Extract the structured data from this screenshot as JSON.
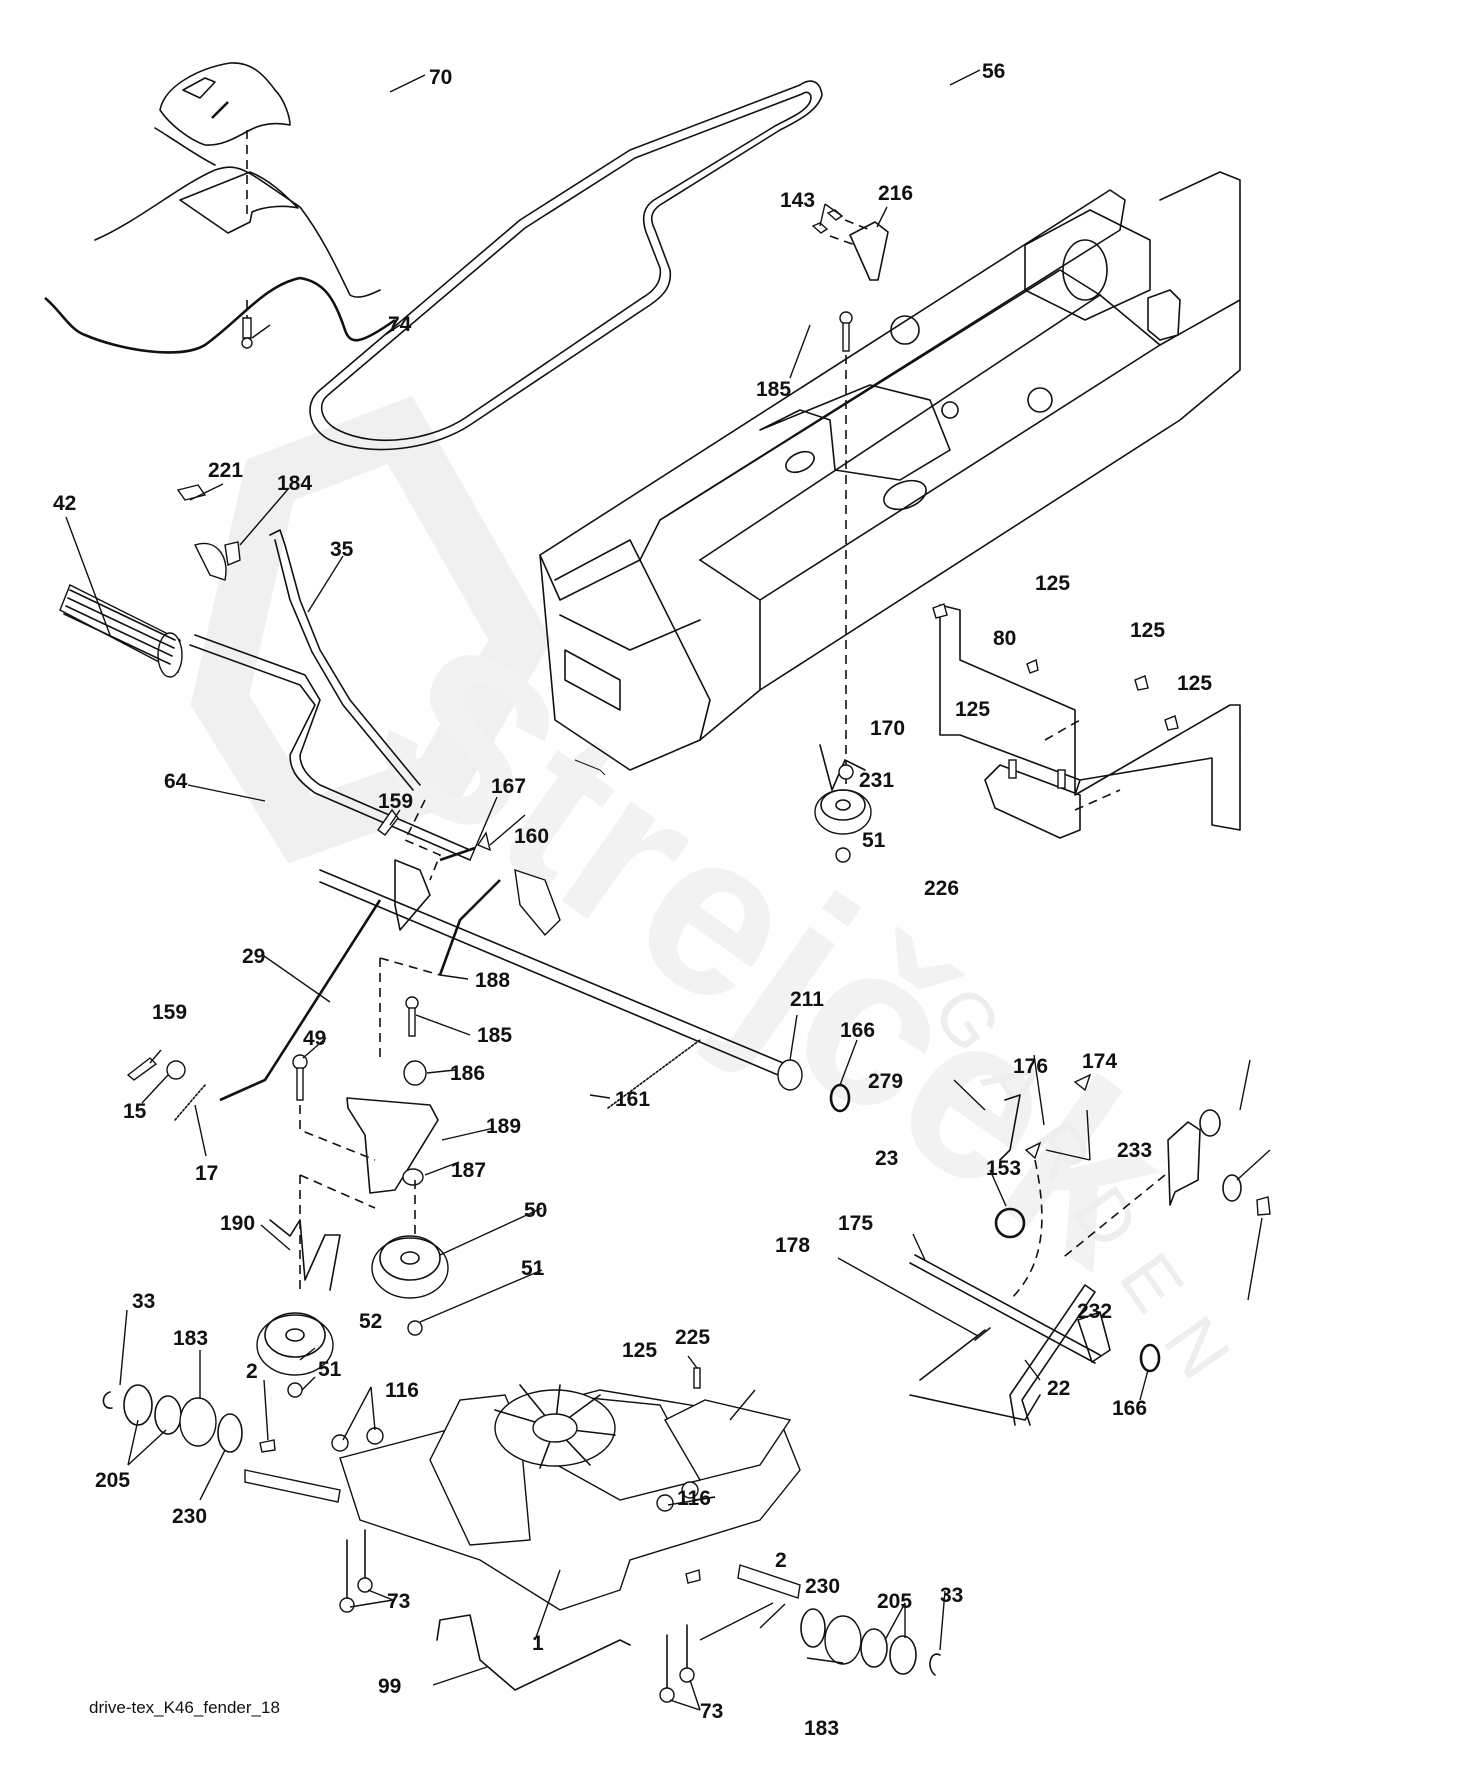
{
  "diagram": {
    "type": "exploded-parts-diagram",
    "caption": "drive-tex_K46_fender_18",
    "watermark": {
      "brand": "Strejček",
      "sub": "GARDEN"
    },
    "colors": {
      "ink": "#111111",
      "watermark": "#eeeeee",
      "background": "#ffffff"
    },
    "callouts": [
      {
        "id": "c70",
        "text": "70",
        "part": "fender-cover"
      },
      {
        "id": "c56",
        "text": "56",
        "part": "drive-belt"
      },
      {
        "id": "c74",
        "text": "74",
        "part": "screw"
      },
      {
        "id": "c143",
        "text": "143",
        "part": "bolt"
      },
      {
        "id": "c216",
        "text": "216",
        "part": "bracket"
      },
      {
        "id": "c185a",
        "text": "185",
        "part": "bolt"
      },
      {
        "id": "c221",
        "text": "221",
        "part": "clip"
      },
      {
        "id": "c184",
        "text": "184",
        "part": "knob"
      },
      {
        "id": "c42",
        "text": "42",
        "part": "pedal-grip"
      },
      {
        "id": "c35",
        "text": "35",
        "part": "rod"
      },
      {
        "id": "c125a",
        "text": "125",
        "part": "bolt"
      },
      {
        "id": "c125b",
        "text": "125",
        "part": "bolt"
      },
      {
        "id": "c80",
        "text": "80",
        "part": "bracket"
      },
      {
        "id": "c125c",
        "text": "125",
        "part": "bolt"
      },
      {
        "id": "c125d",
        "text": "125",
        "part": "bolt"
      },
      {
        "id": "c170",
        "text": "170",
        "part": "idler-arm"
      },
      {
        "id": "c231",
        "text": "231",
        "part": "pulley"
      },
      {
        "id": "c51a",
        "text": "51",
        "part": "nut"
      },
      {
        "id": "c226",
        "text": "226",
        "part": "bracket"
      },
      {
        "id": "c64",
        "text": "64",
        "part": "pedal-shaft"
      },
      {
        "id": "c159a",
        "text": "159",
        "part": "cotter-pin"
      },
      {
        "id": "c167",
        "text": "167",
        "part": "link"
      },
      {
        "id": "c160",
        "text": "160",
        "part": "clip"
      },
      {
        "id": "c29",
        "text": "29",
        "part": "rod"
      },
      {
        "id": "c188",
        "text": "188",
        "part": "rod"
      },
      {
        "id": "c159b",
        "text": "159",
        "part": "cotter-pin"
      },
      {
        "id": "c15",
        "text": "15",
        "part": "washer"
      },
      {
        "id": "c17",
        "text": "17",
        "part": "spring"
      },
      {
        "id": "c49",
        "text": "49",
        "part": "bolt"
      },
      {
        "id": "c185b",
        "text": "185",
        "part": "bolt"
      },
      {
        "id": "c186",
        "text": "186",
        "part": "spacer"
      },
      {
        "id": "c189",
        "text": "189",
        "part": "idler-bracket"
      },
      {
        "id": "c187",
        "text": "187",
        "part": "washer"
      },
      {
        "id": "c161",
        "text": "161",
        "part": "spring"
      },
      {
        "id": "c211",
        "text": "211",
        "part": "bushing"
      },
      {
        "id": "c166a",
        "text": "166",
        "part": "washer"
      },
      {
        "id": "c279",
        "text": "279",
        "part": "rod"
      },
      {
        "id": "c153",
        "text": "153",
        "part": "clip"
      },
      {
        "id": "c176",
        "text": "176",
        "part": "bracket"
      },
      {
        "id": "c174",
        "text": "174",
        "part": "washer"
      },
      {
        "id": "c23",
        "text": "23",
        "part": "o-ring"
      },
      {
        "id": "c233",
        "text": "233",
        "part": "washer"
      },
      {
        "id": "c232",
        "text": "232",
        "part": "bolt"
      },
      {
        "id": "c175",
        "text": "175",
        "part": "shaft"
      },
      {
        "id": "c178",
        "text": "178",
        "part": "spring"
      },
      {
        "id": "c190",
        "text": "190",
        "part": "spring"
      },
      {
        "id": "c50",
        "text": "50",
        "part": "pulley"
      },
      {
        "id": "c51b",
        "text": "51",
        "part": "nut"
      },
      {
        "id": "c52",
        "text": "52",
        "part": "pulley"
      },
      {
        "id": "c51c",
        "text": "51",
        "part": "nut"
      },
      {
        "id": "c33a",
        "text": "33",
        "part": "retaining-ring"
      },
      {
        "id": "c183a",
        "text": "183",
        "part": "wheel-hub"
      },
      {
        "id": "c2a",
        "text": "2",
        "part": "key"
      },
      {
        "id": "c116a",
        "text": "116",
        "part": "nut"
      },
      {
        "id": "c205a",
        "text": "205",
        "part": "washer"
      },
      {
        "id": "c230a",
        "text": "230",
        "part": "washer"
      },
      {
        "id": "c125e",
        "text": "125",
        "part": "bolt"
      },
      {
        "id": "c225",
        "text": "225",
        "part": "guard"
      },
      {
        "id": "c22",
        "text": "22",
        "part": "lever"
      },
      {
        "id": "c166b",
        "text": "166",
        "part": "washer"
      },
      {
        "id": "c116b",
        "text": "116",
        "part": "nut"
      },
      {
        "id": "c2b",
        "text": "2",
        "part": "key"
      },
      {
        "id": "c230b",
        "text": "230",
        "part": "washer"
      },
      {
        "id": "c205b",
        "text": "205",
        "part": "washer"
      },
      {
        "id": "c33b",
        "text": "33",
        "part": "retaining-ring"
      },
      {
        "id": "c73a",
        "text": "73",
        "part": "bolt"
      },
      {
        "id": "c1",
        "text": "1",
        "part": "transaxle"
      },
      {
        "id": "c99",
        "text": "99",
        "part": "rod"
      },
      {
        "id": "c183b",
        "text": "183",
        "part": "wheel-hub"
      },
      {
        "id": "c73b",
        "text": "73",
        "part": "bolt"
      }
    ]
  }
}
